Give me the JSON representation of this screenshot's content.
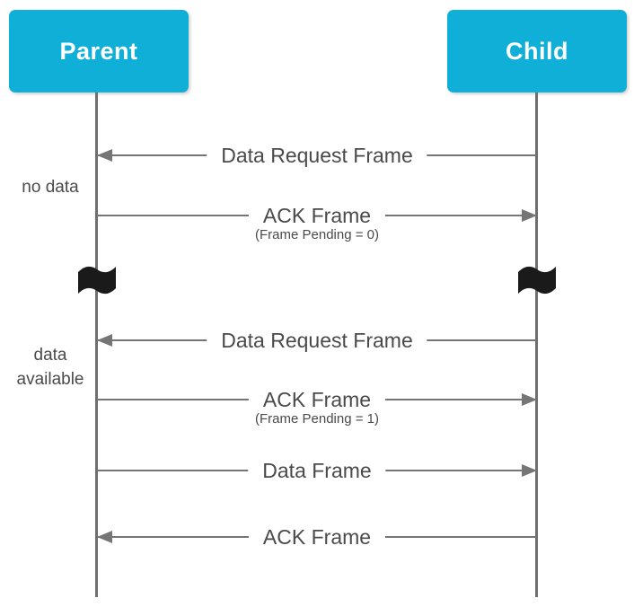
{
  "actors": {
    "left": "Parent",
    "right": "Child"
  },
  "notes": {
    "no_data": "no data",
    "data_available": "data available"
  },
  "messages": [
    {
      "label": "Data Request Frame",
      "direction": "child-to-parent"
    },
    {
      "label": "ACK Frame",
      "subtitle": "(Frame Pending = 0)",
      "direction": "parent-to-child"
    },
    {
      "label": "Data Request Frame",
      "direction": "child-to-parent"
    },
    {
      "label": "ACK Frame",
      "subtitle": "(Frame Pending = 1)",
      "direction": "parent-to-child"
    },
    {
      "label": "Data Frame",
      "direction": "parent-to-child"
    },
    {
      "label": "ACK Frame",
      "direction": "child-to-parent"
    }
  ],
  "icons": {
    "break": "waving-flag"
  },
  "colors": {
    "actor_fill": "#0FAFD8",
    "actor_text": "#FFFFFF",
    "line": "#757575",
    "lifeline": "#6F6F6F",
    "label_text": "#4A4A4A",
    "flag": "#1A1A1A"
  }
}
